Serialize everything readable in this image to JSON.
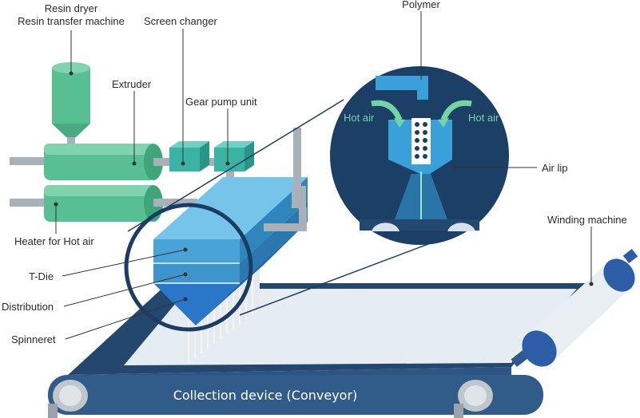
{
  "labels": {
    "resin_dryer": "Resin dryer",
    "resin_transfer": "Resin transfer machine",
    "screen_changer": "Screen changer",
    "extruder": "Extruder",
    "gear_pump": "Gear pump unit",
    "heater": "Heater for Hot air",
    "t_die": "T-Die",
    "distribution": "Distribution",
    "spinneret": "Spinneret",
    "polymer": "Polymer",
    "hot_air_left": "Hot air",
    "hot_air_right": "Hot air",
    "air_lip": "Air lip",
    "winding": "Winding machine",
    "conveyor": "Collection device (Conveyor)"
  },
  "colors": {
    "machine_green": "#5cc49a",
    "die_blue": "#4aa3d6",
    "conveyor_navy": "#2c4f7a",
    "zoom_navy": "#1c3f66",
    "hot_air_green": "#73d4a5"
  }
}
